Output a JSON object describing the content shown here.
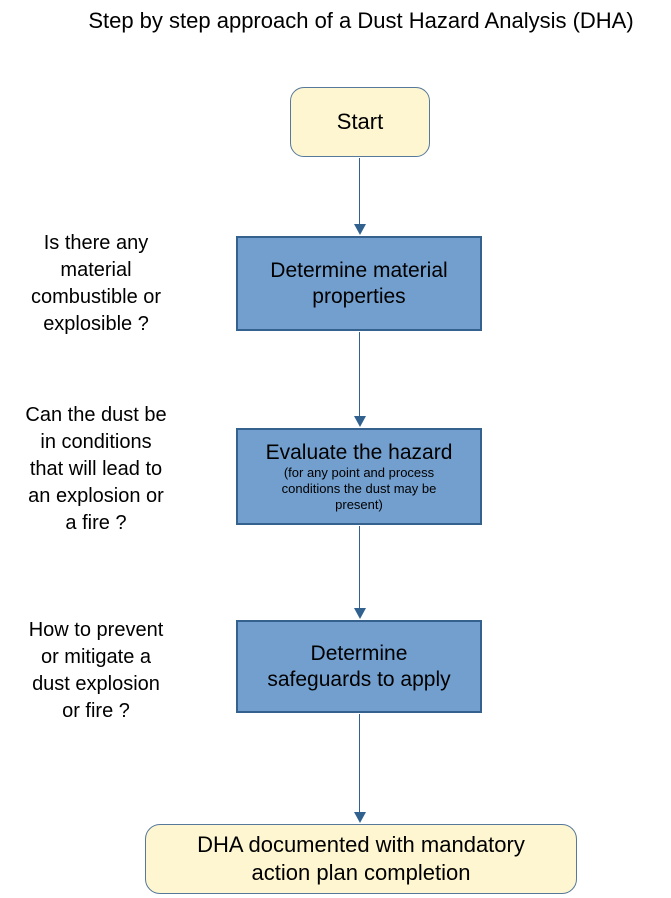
{
  "title": "Step by step approach of a Dust Hazard Analysis (DHA)",
  "flow": {
    "start": {
      "label": "Start"
    },
    "steps": [
      {
        "label_lines": [
          "Determine material",
          "properties"
        ],
        "question_lines": [
          "Is there any",
          "material",
          "combustible or",
          "explosible ?"
        ]
      },
      {
        "label_lines": [
          "Evaluate the hazard"
        ],
        "sub_lines": [
          "(for any point and process",
          "conditions the dust may be",
          "present)"
        ],
        "question_lines": [
          "Can the dust be",
          "in conditions",
          "that will lead to",
          "an explosion or",
          "a fire ?"
        ]
      },
      {
        "label_lines": [
          "Determine",
          "safeguards to apply"
        ],
        "question_lines": [
          "How to prevent",
          "or mitigate a",
          "dust explosion",
          "or fire ?"
        ]
      }
    ],
    "end": {
      "label_lines": [
        "DHA documented with mandatory",
        "action plan completion"
      ]
    }
  },
  "colors": {
    "box_blue_fill": "#729FCE",
    "box_blue_border": "#35618F",
    "box_yellow_fill": "#FDF6D0",
    "box_yellow_border": "#56789B",
    "arrow": "#31618F",
    "text": "#000000",
    "bg": "#FFFFFF"
  }
}
